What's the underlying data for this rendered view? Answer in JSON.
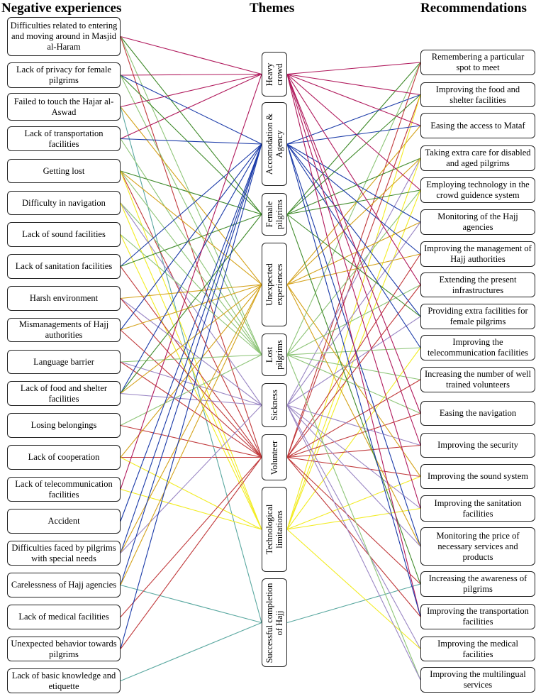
{
  "headers": {
    "negative": "Negative experiences",
    "themes": "Themes",
    "recommendations": "Recommendations"
  },
  "negatives": [
    "Difficulties related to entering and moving around in Masjid al-Haram",
    "Lack of privacy for female pilgrims",
    "Failed to touch the Hajar al-Aswad",
    "Lack of transportation facilities",
    "Getting lost",
    "Difficulty in navigation",
    "Lack of sound facilities",
    "Lack of sanitation facilities",
    "Harsh environment",
    "Mismanagements of Hajj authorities",
    "Language barrier",
    "Lack of food and shelter facilities",
    "Losing belongings",
    "Lack of cooperation",
    "Lack of telecommunication facilities",
    "Accident",
    "Difficulties faced by pilgrims with special needs",
    "Carelessness of Hajj agencies",
    "Lack of medical facilities",
    "Unexpected behavior towards pilgrims",
    "Lack of basic knowledge and etiquette"
  ],
  "themes": [
    {
      "label": "Heavy\ncrowd",
      "color": "#b0195c"
    },
    {
      "label": "Accomodation &\nAgency",
      "color": "#1a3aa8"
    },
    {
      "label": "Female\npilgrims",
      "color": "#3f8a2a"
    },
    {
      "label": "Unexpected\nexperiences",
      "color": "#d4a21a"
    },
    {
      "label": "Lost\npilgrims",
      "color": "#8cc476"
    },
    {
      "label": "Sickness",
      "color": "#9a86c4"
    },
    {
      "label": "Volunteer",
      "color": "#c0393b"
    },
    {
      "label": "Technological\nlimitations",
      "color": "#f2ec22"
    },
    {
      "label": "Successful completion\nof Hajj",
      "color": "#5aa8a0"
    }
  ],
  "recommendations": [
    "Remembering a particular spot to meet",
    "Improving the food and shelter facilities",
    "Easing the access to Mataf",
    "Taking extra care for disabled and aged pilgrims",
    "Employing technology in the crowd guidence system",
    "Monitoring of the Hajj agencies",
    "Improving the management of Hajj authorities",
    "Extending the present infrastructures",
    "Providing extra facilities for female pilgrims",
    "Improving the telecommunication facilities",
    "Increasing the number of well trained volunteers",
    "Easing the navigation",
    "Improving the security",
    "Improving the sound system",
    "Improving the sanitation facilities",
    "Monitoring the price of necessary services and products",
    "Increasing the awareness of pilgrims",
    "Improving the transportation facilities",
    "Improving the medical facilities",
    "Improving the multilingual services"
  ],
  "negative_links": [
    [
      0,
      0
    ],
    [
      0,
      2
    ],
    [
      0,
      4
    ],
    [
      0,
      6
    ],
    [
      1,
      0
    ],
    [
      1,
      1
    ],
    [
      1,
      2
    ],
    [
      1,
      4
    ],
    [
      2,
      0
    ],
    [
      2,
      3
    ],
    [
      2,
      8
    ],
    [
      3,
      0
    ],
    [
      3,
      1
    ],
    [
      3,
      4
    ],
    [
      4,
      2
    ],
    [
      4,
      3
    ],
    [
      4,
      4
    ],
    [
      4,
      6
    ],
    [
      4,
      7
    ],
    [
      5,
      4
    ],
    [
      5,
      5
    ],
    [
      5,
      7
    ],
    [
      6,
      4
    ],
    [
      6,
      7
    ],
    [
      7,
      1
    ],
    [
      7,
      2
    ],
    [
      7,
      6
    ],
    [
      8,
      3
    ],
    [
      8,
      5
    ],
    [
      8,
      6
    ],
    [
      9,
      1
    ],
    [
      9,
      3
    ],
    [
      9,
      6
    ],
    [
      10,
      4
    ],
    [
      10,
      5
    ],
    [
      10,
      6
    ],
    [
      11,
      1
    ],
    [
      11,
      2
    ],
    [
      11,
      3
    ],
    [
      11,
      5
    ],
    [
      12,
      4
    ],
    [
      12,
      6
    ],
    [
      13,
      3
    ],
    [
      13,
      6
    ],
    [
      13,
      7
    ],
    [
      14,
      0
    ],
    [
      14,
      7
    ],
    [
      15,
      1
    ],
    [
      16,
      1
    ],
    [
      16,
      3
    ],
    [
      16,
      5
    ],
    [
      17,
      1
    ],
    [
      17,
      3
    ],
    [
      17,
      8
    ],
    [
      18,
      6
    ],
    [
      19,
      1
    ],
    [
      19,
      6
    ],
    [
      20,
      8
    ]
  ],
  "recommendation_links": [
    [
      0,
      0
    ],
    [
      0,
      2
    ],
    [
      0,
      4
    ],
    [
      0,
      6
    ],
    [
      1,
      0
    ],
    [
      1,
      1
    ],
    [
      1,
      2
    ],
    [
      1,
      6
    ],
    [
      1,
      7
    ],
    [
      2,
      0
    ],
    [
      2,
      1
    ],
    [
      2,
      3
    ],
    [
      3,
      2
    ],
    [
      3,
      3
    ],
    [
      3,
      5
    ],
    [
      3,
      7
    ],
    [
      4,
      0
    ],
    [
      4,
      2
    ],
    [
      4,
      4
    ],
    [
      4,
      7
    ],
    [
      5,
      1
    ],
    [
      5,
      3
    ],
    [
      5,
      5
    ],
    [
      6,
      1
    ],
    [
      6,
      3
    ],
    [
      6,
      6
    ],
    [
      7,
      0
    ],
    [
      7,
      4
    ],
    [
      7,
      6
    ],
    [
      8,
      1
    ],
    [
      8,
      2
    ],
    [
      8,
      5
    ],
    [
      9,
      1
    ],
    [
      9,
      4
    ],
    [
      9,
      7
    ],
    [
      10,
      4
    ],
    [
      10,
      6
    ],
    [
      11,
      0
    ],
    [
      11,
      4
    ],
    [
      11,
      6
    ],
    [
      12,
      0
    ],
    [
      12,
      5
    ],
    [
      12,
      6
    ],
    [
      13,
      3
    ],
    [
      13,
      6
    ],
    [
      13,
      7
    ],
    [
      14,
      0
    ],
    [
      14,
      5
    ],
    [
      14,
      7
    ],
    [
      15,
      1
    ],
    [
      15,
      3
    ],
    [
      15,
      5
    ],
    [
      16,
      2
    ],
    [
      16,
      6
    ],
    [
      16,
      8
    ],
    [
      17,
      0
    ],
    [
      17,
      1
    ],
    [
      17,
      6
    ],
    [
      18,
      5
    ],
    [
      18,
      7
    ],
    [
      19,
      4
    ],
    [
      19,
      5
    ]
  ]
}
